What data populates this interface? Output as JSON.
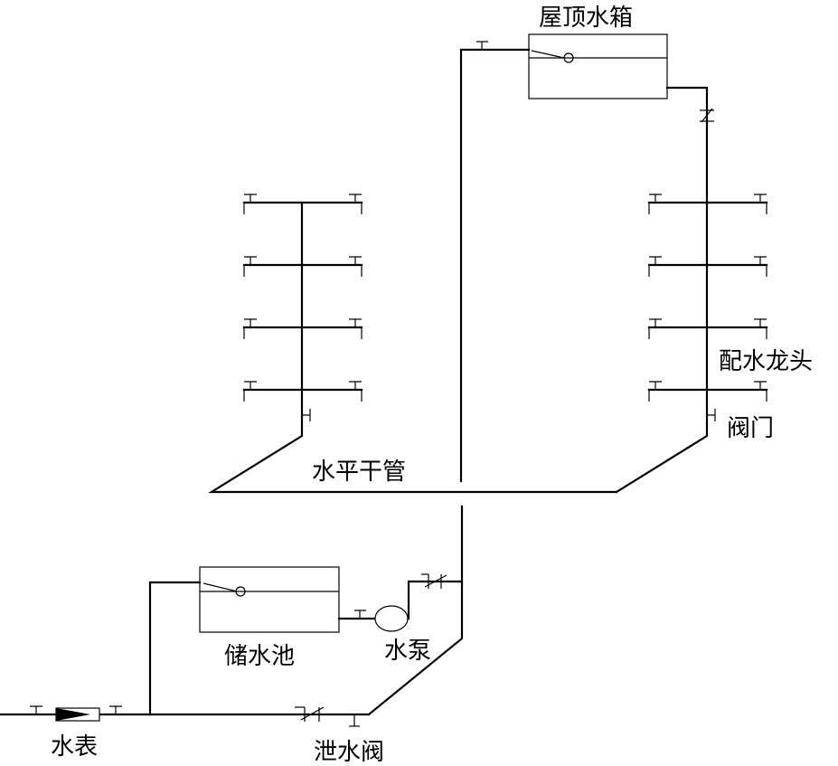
{
  "labels": {
    "roof_tank": "屋顶水箱",
    "faucet": "配水龙头",
    "valve": "阀门",
    "horizontal_main": "水平干管",
    "storage_tank": "储水池",
    "pump": "水泵",
    "water_meter": "水表",
    "drain_valve": "泄水阀"
  }
}
